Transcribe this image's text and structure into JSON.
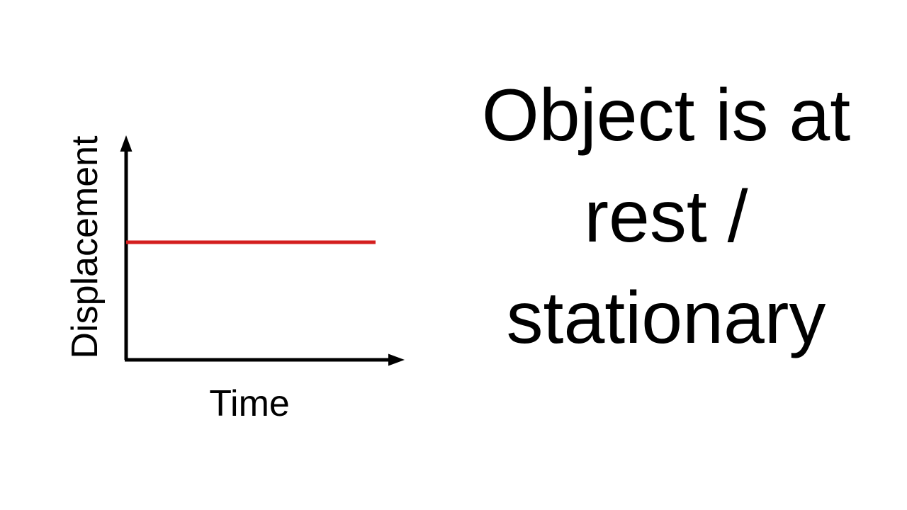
{
  "slide": {
    "background_color": "#ffffff",
    "text_color": "#000000"
  },
  "graph": {
    "y_axis_label": "Displacement",
    "x_axis_label": "Time",
    "axis_color": "#000000",
    "series_color": "#d41e1e"
  },
  "caption": {
    "lines": [
      "Object is at",
      "rest /",
      "stationary"
    ],
    "full_text": "Object is at rest / stationary"
  },
  "chart_data": {
    "type": "line",
    "title": "",
    "xlabel": "Time",
    "ylabel": "Displacement",
    "xlim": [
      0,
      10
    ],
    "ylim": [
      0,
      10
    ],
    "grid": false,
    "legend": "none",
    "axis_ticks": "none",
    "annotations": [
      "Object is at rest / stationary"
    ],
    "series": [
      {
        "name": "Displacement",
        "color": "#d41e1e",
        "x": [
          0,
          9
        ],
        "values": [
          5.3,
          5.3
        ]
      }
    ]
  }
}
